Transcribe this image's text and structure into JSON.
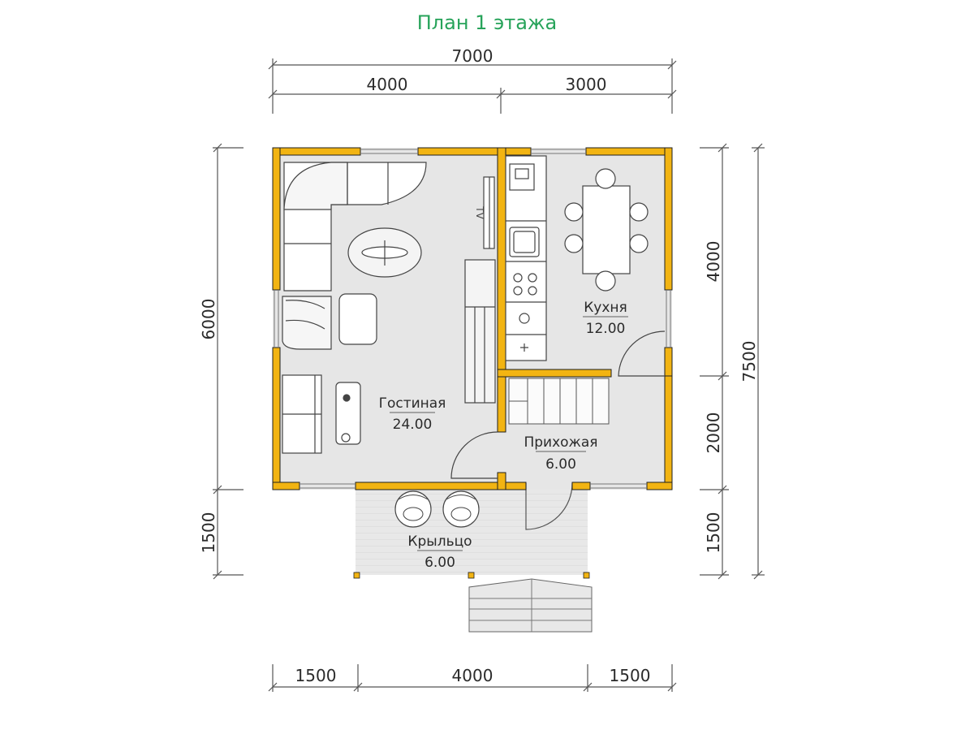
{
  "title": "План 1 этажа",
  "dimensions": {
    "top_total": "7000",
    "top_left": "4000",
    "top_right": "3000",
    "left_house": "6000",
    "left_porch": "1500",
    "right_total": "7500",
    "right_kitchen": "4000",
    "right_hall": "2000",
    "right_porch": "1500",
    "bottom_left": "1500",
    "bottom_middle": "4000",
    "bottom_right": "1500"
  },
  "rooms": {
    "living": {
      "name": "Гостиная",
      "area": "24.00"
    },
    "kitchen": {
      "name": "Кухня",
      "area": "12.00"
    },
    "hall": {
      "name": "Прихожая",
      "area": "6.00"
    },
    "porch": {
      "name": "Крыльцо",
      "area": "6.00"
    }
  },
  "tv_label": "TV",
  "colors": {
    "title": "#27a35a",
    "wall": "#f2b412",
    "wall_edge": "#1f1f1f",
    "floor": "#e6e6e6",
    "porch": "#e9e9e9",
    "line": "#555555"
  }
}
